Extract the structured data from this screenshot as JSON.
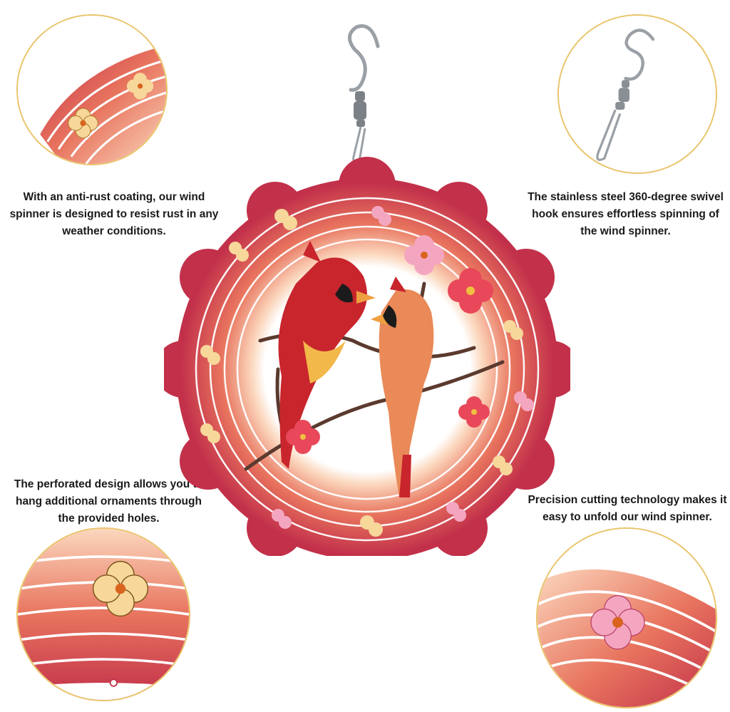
{
  "captions": {
    "anti_rust": "With an anti-rust coating, our wind spinner is designed to resist rust in any weather conditions.",
    "swivel_hook": "The stainless steel 360-degree swivel hook ensures effortless spinning of the wind spinner.",
    "perforated": "The perforated design allows you to hang additional ornaments through the provided holes.",
    "precision": "Precision cutting technology makes it easy to unfold our wind spinner."
  },
  "colors": {
    "spinner_outer": "#c2304a",
    "spinner_mid": "#e8745e",
    "spinner_inner": "#fbd7bd",
    "callout_border": "#e9c46a",
    "cardinal_red": "#c8252d",
    "blossom_pink": "#f4a6c0",
    "blossom_cream": "#f7d79a"
  },
  "icons": {
    "hook": "swivel-hook-icon",
    "spinner": "cardinal-wind-spinner"
  }
}
